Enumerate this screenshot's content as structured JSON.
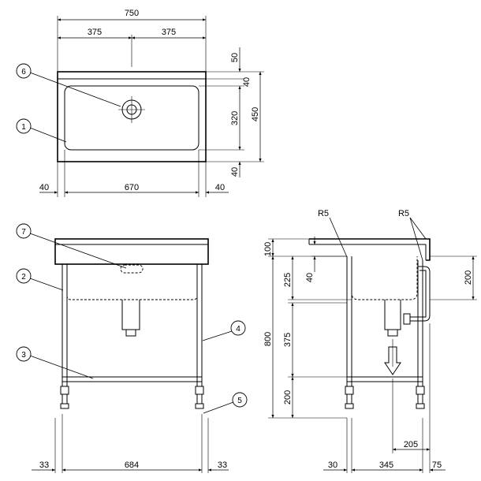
{
  "top_view": {
    "dim_width": "750",
    "dim_half_left": "375",
    "dim_half_right": "375",
    "dim_back_lip": "50",
    "dim_back_rim": "40",
    "dim_bowl_depth": "320",
    "dim_total_depth": "450",
    "dim_front_rim": "40",
    "dim_left_rim": "40",
    "dim_bowl_width": "670",
    "dim_right_rim": "40"
  },
  "front_view": {
    "dim_left_offset": "33",
    "dim_leg_span": "684",
    "dim_right_offset": "33"
  },
  "side_view": {
    "radius_left": "R5",
    "radius_right": "R5",
    "dim_top_height": "100",
    "dim_total_height": "800",
    "dim_bowl_height": "225",
    "dim_mid_height": "375",
    "dim_shelf_height": "200",
    "dim_rim_drop": "40",
    "dim_outlet_height": "200",
    "dim_drain_offset": "205",
    "dim_back_offset": "30",
    "dim_leg_depth": "345",
    "dim_front_offset": "75"
  },
  "callouts": {
    "1": "1",
    "2": "2",
    "3": "3",
    "4": "4",
    "5": "5",
    "6": "6",
    "7": "7"
  }
}
